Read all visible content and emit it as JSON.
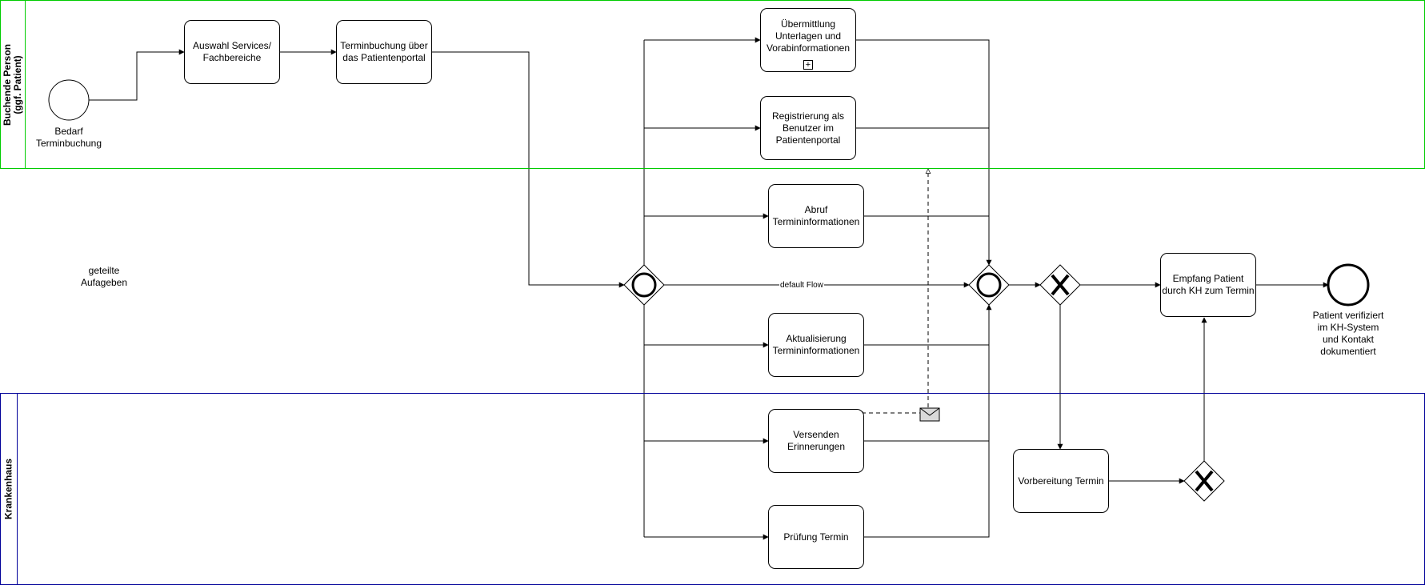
{
  "lanes": {
    "patient": {
      "title": "Buchende Person\n(ggf. Patient)",
      "color": "#00cc00"
    },
    "shared": {
      "title": "geteilte\nAufageben"
    },
    "hospital": {
      "title": "Krankenhaus",
      "color": "#000099"
    }
  },
  "events": {
    "start": {
      "label": "Bedarf\nTerminbuchung"
    },
    "end": {
      "label": "Patient verifiziert\nim KH-System\nund Kontakt\ndokumentiert"
    }
  },
  "tasks": {
    "auswahl": "Auswahl Services/\nFachbereiche",
    "terminbuchung": "Terminbuchung über\ndas Patientenportal",
    "uebermittlung": "Übermittlung\nUnterlagen und\nVorabinformationen",
    "registrierung": "Registrierung als\nBenutzer im\nPatientenportal",
    "abruf": "Abruf\nTermininformationen",
    "aktualisierung": "Aktualisierung\nTermininformationen",
    "versenden": "Versenden\nErinnerungen",
    "pruefung": "Prüfung Termin",
    "vorbereitung": "Vorbereitung Termin",
    "empfang": "Empfang Patient\ndurch KH zum Termin"
  },
  "flows": {
    "default_label": "default Flow"
  },
  "markers": {
    "subprocess": "+"
  },
  "icons": {
    "inclusive_gateway": "inclusive-gateway-icon",
    "exclusive_gateway": "exclusive-gateway-icon",
    "message": "envelope-icon"
  }
}
